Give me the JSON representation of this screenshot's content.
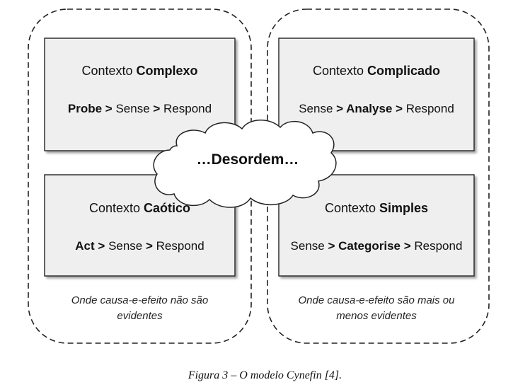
{
  "quadrants": {
    "complex": {
      "title_prefix": "Contexto ",
      "title_bold": "Complexo",
      "flow": [
        {
          "text": "Probe",
          "bold": true
        },
        {
          "text": " > ",
          "bold": true
        },
        {
          "text": "Sense",
          "bold": false
        },
        {
          "text": " > ",
          "bold": true
        },
        {
          "text": "Respond",
          "bold": false
        }
      ]
    },
    "complicated": {
      "title_prefix": "Contexto ",
      "title_bold": "Complicado",
      "flow": [
        {
          "text": "Sense",
          "bold": false
        },
        {
          "text": " > ",
          "bold": true
        },
        {
          "text": "Analyse",
          "bold": true
        },
        {
          "text": " > ",
          "bold": true
        },
        {
          "text": "Respond",
          "bold": false
        }
      ]
    },
    "chaotic": {
      "title_prefix": "Contexto ",
      "title_bold": "Caótico",
      "flow": [
        {
          "text": "Act",
          "bold": true
        },
        {
          "text": " > ",
          "bold": true
        },
        {
          "text": "Sense",
          "bold": false
        },
        {
          "text": " > ",
          "bold": true
        },
        {
          "text": "Respond",
          "bold": false
        }
      ]
    },
    "simple": {
      "title_prefix": "Contexto ",
      "title_bold": "Simples",
      "flow": [
        {
          "text": "Sense",
          "bold": false
        },
        {
          "text": " > ",
          "bold": true
        },
        {
          "text": "Categorise",
          "bold": true
        },
        {
          "text": " > ",
          "bold": true
        },
        {
          "text": "Respond",
          "bold": false
        }
      ]
    }
  },
  "center_label": "…Desordem…",
  "notes": {
    "left_line1": "Onde causa-e-efeito não são",
    "left_line2": "evidentes",
    "right_line1": "Onde causa-e-efeito são mais ou",
    "right_line2": "menos evidentes"
  },
  "caption": "Figura 3 – O modelo Cynefin [4].",
  "colors": {
    "box_fill": "#efefef",
    "stroke": "#222222"
  }
}
